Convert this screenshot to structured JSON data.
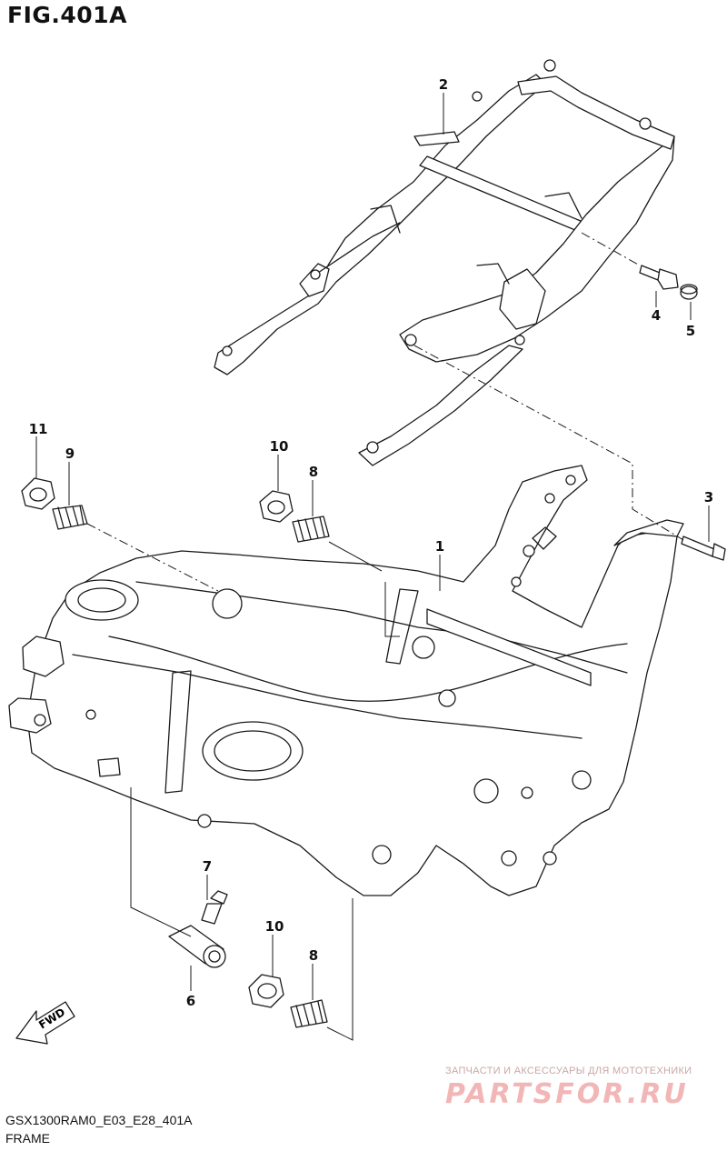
{
  "figure": {
    "title": "FIG.401A",
    "code": "GSX1300RAM0_E03_E28_401A",
    "name": "FRAME"
  },
  "parts": [
    {
      "ref": "1",
      "label": "1"
    },
    {
      "ref": "2",
      "label": "2"
    },
    {
      "ref": "3",
      "label": "3"
    },
    {
      "ref": "4",
      "label": "4"
    },
    {
      "ref": "5",
      "label": "5"
    },
    {
      "ref": "6",
      "label": "6"
    },
    {
      "ref": "7",
      "label": "7"
    },
    {
      "ref": "8a",
      "label": "8"
    },
    {
      "ref": "8b",
      "label": "8"
    },
    {
      "ref": "9",
      "label": "9"
    },
    {
      "ref": "10a",
      "label": "10"
    },
    {
      "ref": "10b",
      "label": "10"
    },
    {
      "ref": "11",
      "label": "11"
    }
  ],
  "direction_arrow": {
    "label": "FWD"
  },
  "watermark": {
    "line1": "ЗАПЧАСТИ И АКСЕССУАРЫ ДЛЯ МОТОТЕХНИКИ",
    "logo": "PARTSFOR.RU"
  }
}
